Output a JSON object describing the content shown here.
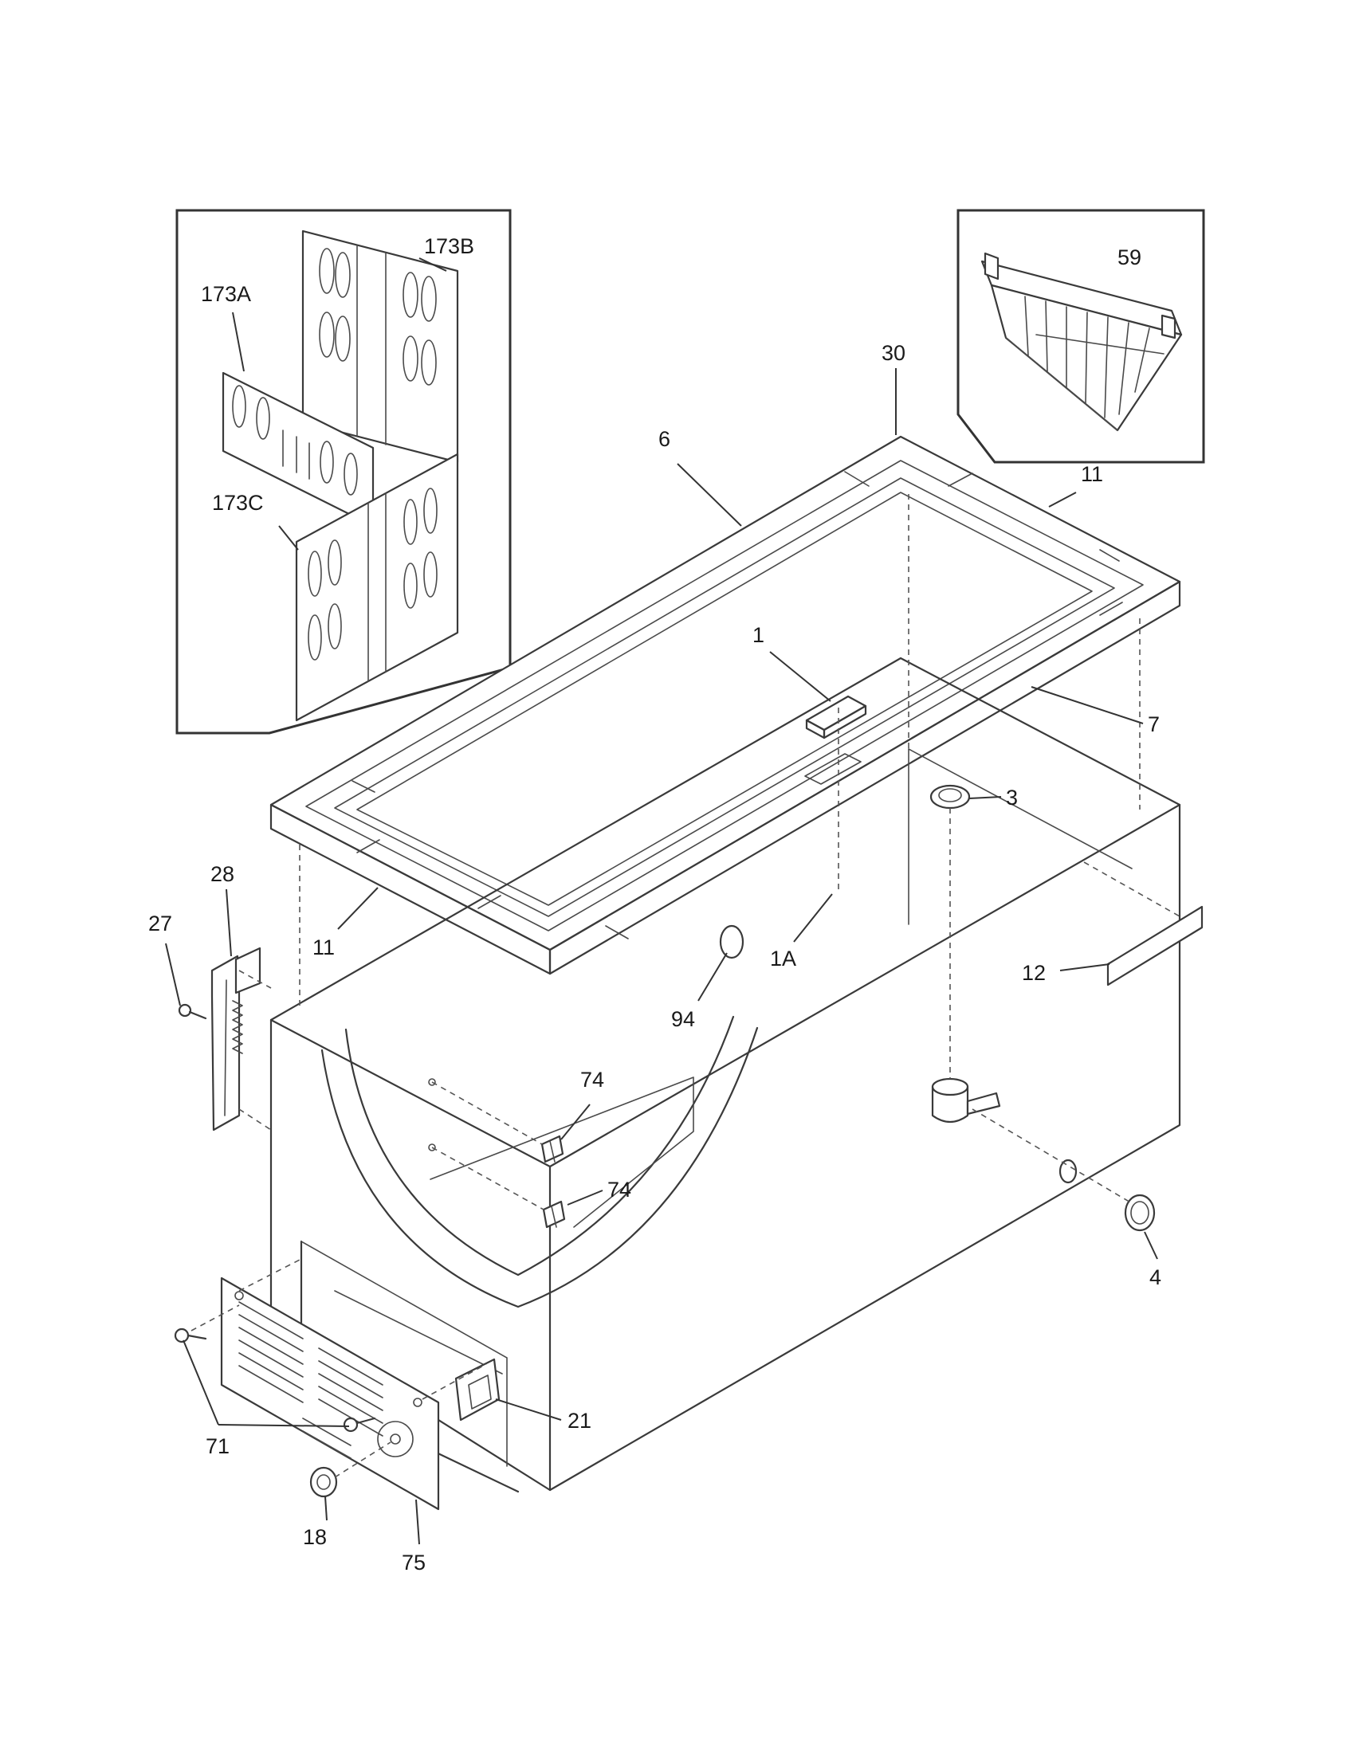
{
  "callouts": {
    "c173A": "173A",
    "c173B": "173B",
    "c173C": "173C",
    "c59": "59",
    "c30": "30",
    "c6": "6",
    "c11_top": "11",
    "c1": "1",
    "c7": "7",
    "c3": "3",
    "c28": "28",
    "c27": "27",
    "c11_left": "11",
    "c1A": "1A",
    "c12": "12",
    "c94": "94",
    "c74_upper": "74",
    "c74_lower": "74",
    "c4": "4",
    "c21": "21",
    "c71": "71",
    "c18": "18",
    "c75": "75"
  }
}
